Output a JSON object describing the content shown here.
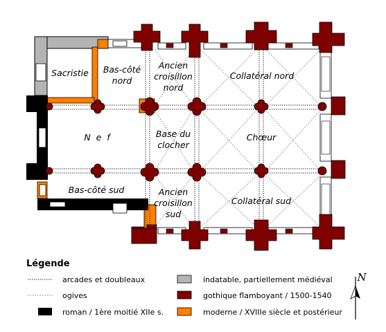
{
  "plan": {
    "rooms": {
      "sacristie": "Sacristie",
      "bas_cote_nord": [
        "Bas-côté",
        "nord"
      ],
      "ancien_croisillon_nord": [
        "Ancien",
        "croisillon",
        "nord"
      ],
      "collateral_nord": "Collatéral nord",
      "nef": "N  e  f",
      "base_du_clocher": [
        "Base du",
        "clocher"
      ],
      "choeur": "Chœur",
      "bas_cote_sud": "Bas-côté sud",
      "ancien_croisillon_sud": [
        "Ancien",
        "croisillon",
        "sud"
      ],
      "collateral_sud": "Collatéral sud"
    }
  },
  "legend": {
    "title": "Légende",
    "items": [
      {
        "text": "arcades et doubleaux",
        "swatch": "dotted-dense"
      },
      {
        "text": "ogives",
        "swatch": "dotted-sparse"
      },
      {
        "text": "roman / 1ère moitié XIIe s.",
        "swatch": "#000000"
      },
      {
        "text": "indatable, partiellement médiéval",
        "swatch": "#b4b4b4"
      },
      {
        "text": "gothique flamboyant / 1500-1540",
        "swatch": "#7f0000"
      },
      {
        "text": "moderne / XVIIIe siècle et postérieur",
        "swatch": "#ff7f00"
      }
    ]
  },
  "north_arrow": {
    "label": "N"
  },
  "colors": {
    "roman": "#000000",
    "indatable": "#b4b4b4",
    "gothique": "#7f0000",
    "moderne": "#ff7f00"
  }
}
